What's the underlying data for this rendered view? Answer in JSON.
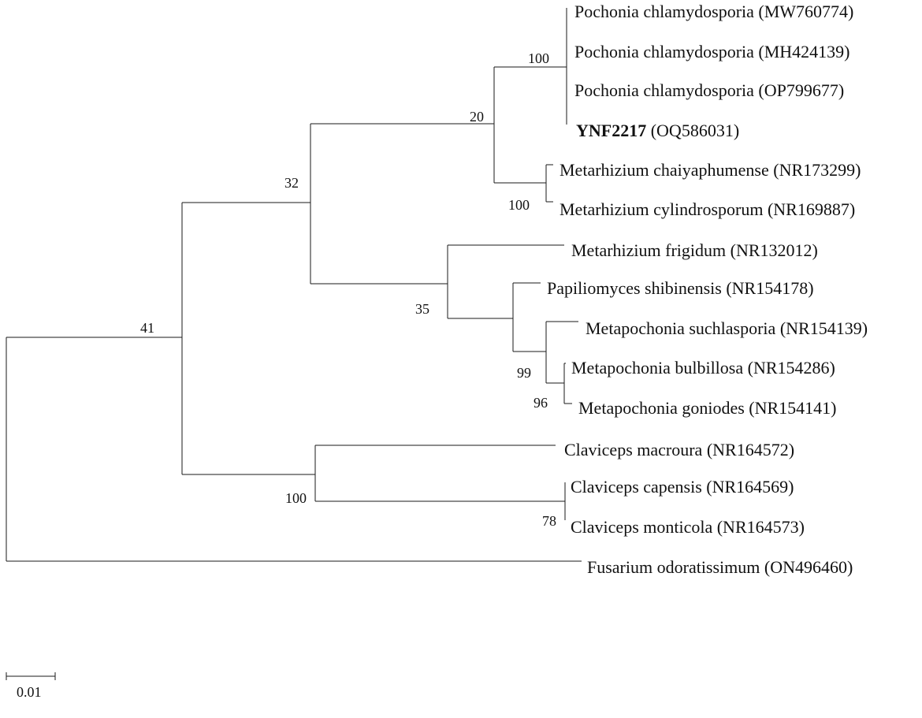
{
  "taxa": [
    {
      "id": "t1",
      "name": "Pochonia chlamydosporia",
      "accession": "(MW760774)"
    },
    {
      "id": "t2",
      "name": "Pochonia chlamydosporia",
      "accession": "(MH424139)"
    },
    {
      "id": "t3",
      "name": "Pochonia chlamydosporia",
      "accession": "(OP799677)"
    },
    {
      "id": "t4",
      "name": "YNF2217",
      "accession": "(OQ586031)",
      "emphasis": "bold"
    },
    {
      "id": "t5",
      "name": "Metarhizium chaiyaphumense",
      "accession": "(NR173299)"
    },
    {
      "id": "t6",
      "name": "Metarhizium cylindrosporum",
      "accession": "(NR169887)"
    },
    {
      "id": "t7",
      "name": "Metarhizium frigidum",
      "accession": "(NR132012)"
    },
    {
      "id": "t8",
      "name": "Papiliomyces shibinensis",
      "accession": "(NR154178)"
    },
    {
      "id": "t9",
      "name": "Metapochonia suchlasporia",
      "accession": "(NR154139)"
    },
    {
      "id": "t10",
      "name": "Metapochonia bulbillosa",
      "accession": "(NR154286)"
    },
    {
      "id": "t11",
      "name": "Metapochonia goniodes",
      "accession": "(NR154141)"
    },
    {
      "id": "t12",
      "name": "Claviceps macroura",
      "accession": "(NR164572)"
    },
    {
      "id": "t13",
      "name": "Claviceps capensis",
      "accession": "(NR164569)"
    },
    {
      "id": "t14",
      "name": "Claviceps monticola",
      "accession": "(NR164573)"
    },
    {
      "id": "t15",
      "name": "Fusarium odoratissimum",
      "accession": "(ON496460)"
    }
  ],
  "support_values": {
    "pochonia_clade": "100",
    "pochonia_metarhizium_clade": "20",
    "upper_major_clade": "32",
    "ingroup_clade": "41",
    "metarhizium_pair_clade": "100",
    "frigidum_metapochonia_clade": "35",
    "metapochonia_clade": "99",
    "bulbillosa_goniodes_clade": "96",
    "claviceps_clade": "100",
    "capensis_monticola_clade": "78"
  },
  "scale_bar": {
    "label": "0.01"
  }
}
